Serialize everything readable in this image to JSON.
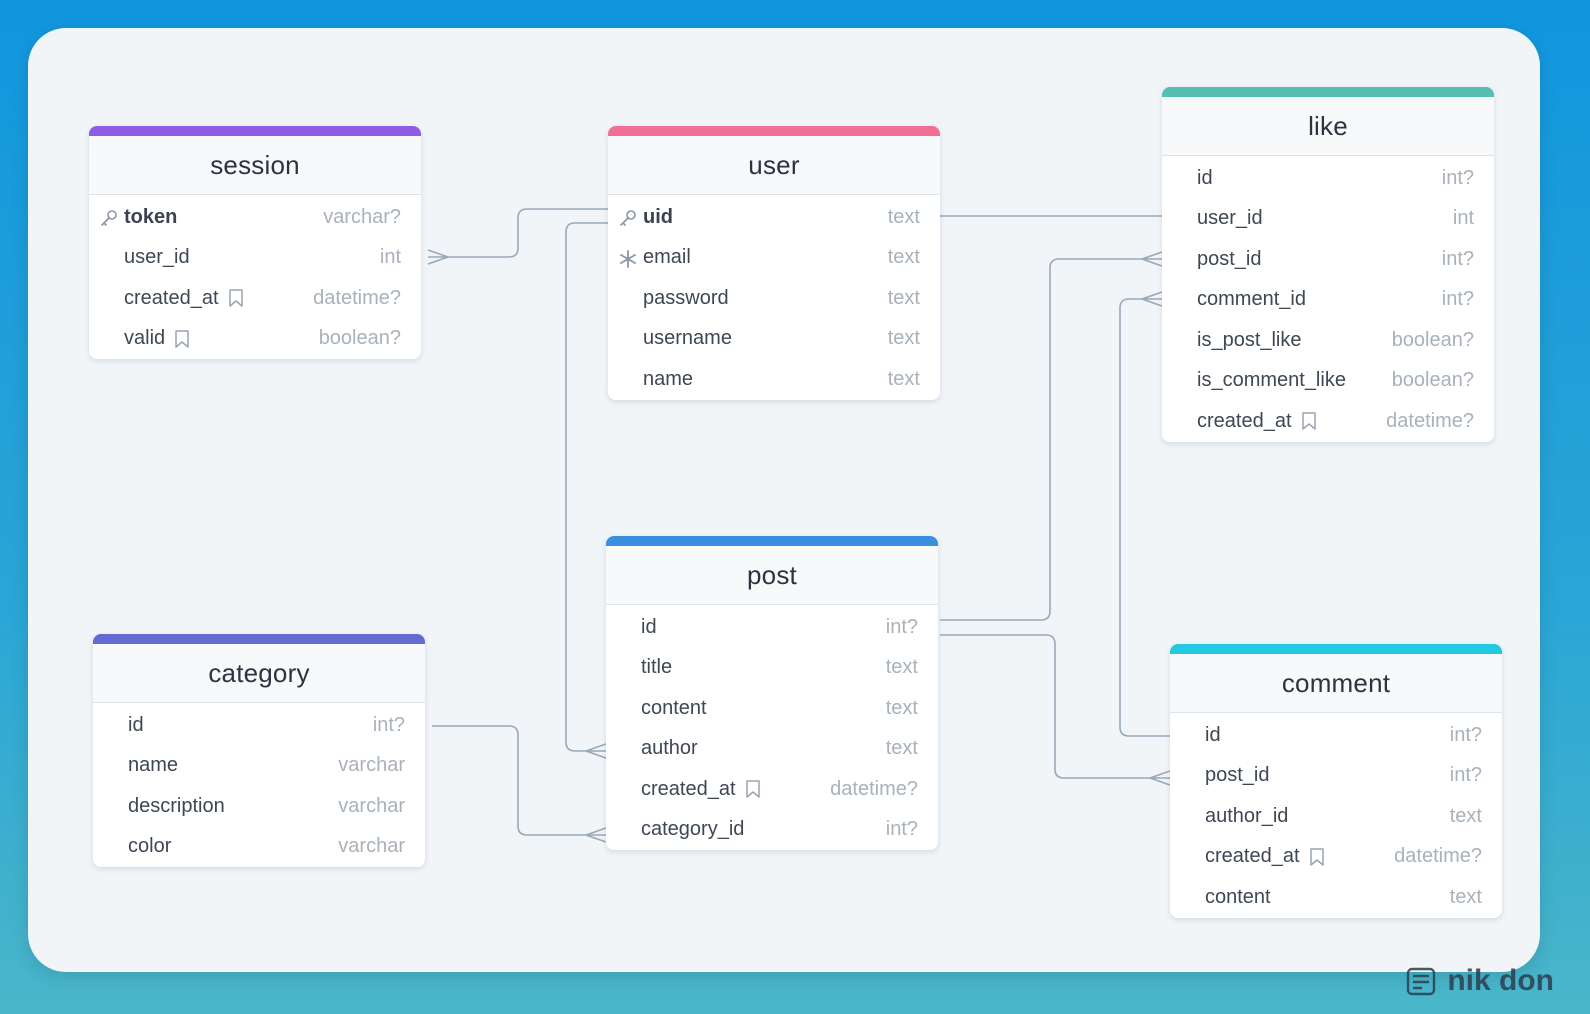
{
  "colors": {
    "session": "#8f5de2",
    "user": "#f16e96",
    "like": "#55c0b1",
    "post": "#3b8fe0",
    "category": "#6669d1",
    "comment": "#22c9e0",
    "connector": "#9aa8b8"
  },
  "entities": [
    {
      "key": "session",
      "title": "session",
      "fields": [
        {
          "name": "token",
          "type": "varchar?",
          "pk": true,
          "icon": "key-icon"
        },
        {
          "name": "user_id",
          "type": "int"
        },
        {
          "name": "created_at",
          "type": "datetime?",
          "tag": true
        },
        {
          "name": "valid",
          "type": "boolean?",
          "tag": true
        }
      ]
    },
    {
      "key": "user",
      "title": "user",
      "fields": [
        {
          "name": "uid",
          "type": "text",
          "pk": true,
          "icon": "key-icon"
        },
        {
          "name": "email",
          "type": "text",
          "icon": "snowflake-icon"
        },
        {
          "name": "password",
          "type": "text"
        },
        {
          "name": "username",
          "type": "text"
        },
        {
          "name": "name",
          "type": "text"
        }
      ]
    },
    {
      "key": "like",
      "title": "like",
      "fields": [
        {
          "name": "id",
          "type": "int?"
        },
        {
          "name": "user_id",
          "type": "int"
        },
        {
          "name": "post_id",
          "type": "int?"
        },
        {
          "name": "comment_id",
          "type": "int?"
        },
        {
          "name": "is_post_like",
          "type": "boolean?"
        },
        {
          "name": "is_comment_like",
          "type": "boolean?"
        },
        {
          "name": "created_at",
          "type": "datetime?",
          "tag": true
        }
      ]
    },
    {
      "key": "post",
      "title": "post",
      "fields": [
        {
          "name": "id",
          "type": "int?"
        },
        {
          "name": "title",
          "type": "text"
        },
        {
          "name": "content",
          "type": "text"
        },
        {
          "name": "author",
          "type": "text"
        },
        {
          "name": "created_at",
          "type": "datetime?",
          "tag": true
        },
        {
          "name": "category_id",
          "type": "int?"
        }
      ]
    },
    {
      "key": "category",
      "title": "category",
      "fields": [
        {
          "name": "id",
          "type": "int?"
        },
        {
          "name": "name",
          "type": "varchar"
        },
        {
          "name": "description",
          "type": "varchar"
        },
        {
          "name": "color",
          "type": "varchar"
        }
      ]
    },
    {
      "key": "comment",
      "title": "comment",
      "fields": [
        {
          "name": "id",
          "type": "int?"
        },
        {
          "name": "post_id",
          "type": "int?"
        },
        {
          "name": "author_id",
          "type": "text"
        },
        {
          "name": "created_at",
          "type": "datetime?",
          "tag": true
        },
        {
          "name": "content",
          "type": "text"
        }
      ]
    }
  ],
  "relations": [
    {
      "from": "user.uid",
      "to": "session.user_id",
      "cardinality": "one-to-many"
    },
    {
      "from": "user.uid",
      "to": "like.user_id",
      "cardinality": "one-to-one"
    },
    {
      "from": "user.uid",
      "to": "post.author",
      "cardinality": "one-to-many"
    },
    {
      "from": "post.id",
      "to": "like.post_id",
      "cardinality": "one-to-many"
    },
    {
      "from": "comment.id",
      "to": "like.comment_id",
      "cardinality": "one-to-many"
    },
    {
      "from": "post.id",
      "to": "comment.post_id",
      "cardinality": "one-to-many"
    },
    {
      "from": "category.id",
      "to": "post.category_id",
      "cardinality": "one-to-many"
    }
  ],
  "watermark": {
    "text": "nik don",
    "icon": "notepad-logo-icon"
  }
}
